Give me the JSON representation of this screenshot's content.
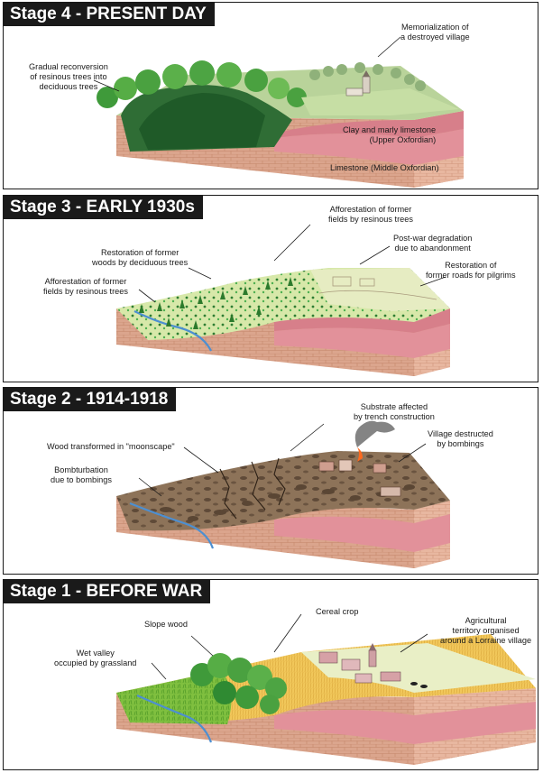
{
  "colors": {
    "title_bg": "#1a1a1a",
    "brick": "#e8b7a0",
    "marl": "#e2919a",
    "mud": "#8a6f55",
    "grass": "#7fbf3f",
    "crop": "#f1c75a",
    "conifer": "#1f6b2c",
    "deciduous": "#3f9a3a"
  },
  "stages": [
    {
      "title": "Stage 4 - PRESENT DAY",
      "labels": [
        {
          "text": "Memorialization of\na destroyed village"
        },
        {
          "text": "Gradual reconversion\nof resinous trees into\ndeciduous trees"
        },
        {
          "text": "Clay and marly limestone\n(Upper Oxfordian)"
        },
        {
          "text": "Limestone (Middle Oxfordian)"
        }
      ]
    },
    {
      "title": "Stage 3 - EARLY 1930s",
      "labels": [
        {
          "text": "Afforestation of former\nfields by resinous trees"
        },
        {
          "text": "Post-war degradation\ndue to abandonment"
        },
        {
          "text": "Restoration of former\nwoods by deciduous trees"
        },
        {
          "text": "Restoration of\nformer roads for pilgrims"
        },
        {
          "text": "Afforestation of former\nfields by resinous trees"
        }
      ]
    },
    {
      "title": "Stage 2 - 1914-1918",
      "labels": [
        {
          "text": "Substrate affected\nby trench construction"
        },
        {
          "text": "Wood transformed in \"moonscape\""
        },
        {
          "text": "Village destructed\nby bombings"
        },
        {
          "text": "Bombturbation\ndue to bombings"
        }
      ]
    },
    {
      "title": "Stage 1 - BEFORE WAR",
      "labels": [
        {
          "text": "Cereal crop"
        },
        {
          "text": "Agricultural\nterritory organised\naround a Lorraine village"
        },
        {
          "text": "Slope wood"
        },
        {
          "text": "Wet valley\noccupied by grassland"
        }
      ]
    }
  ]
}
